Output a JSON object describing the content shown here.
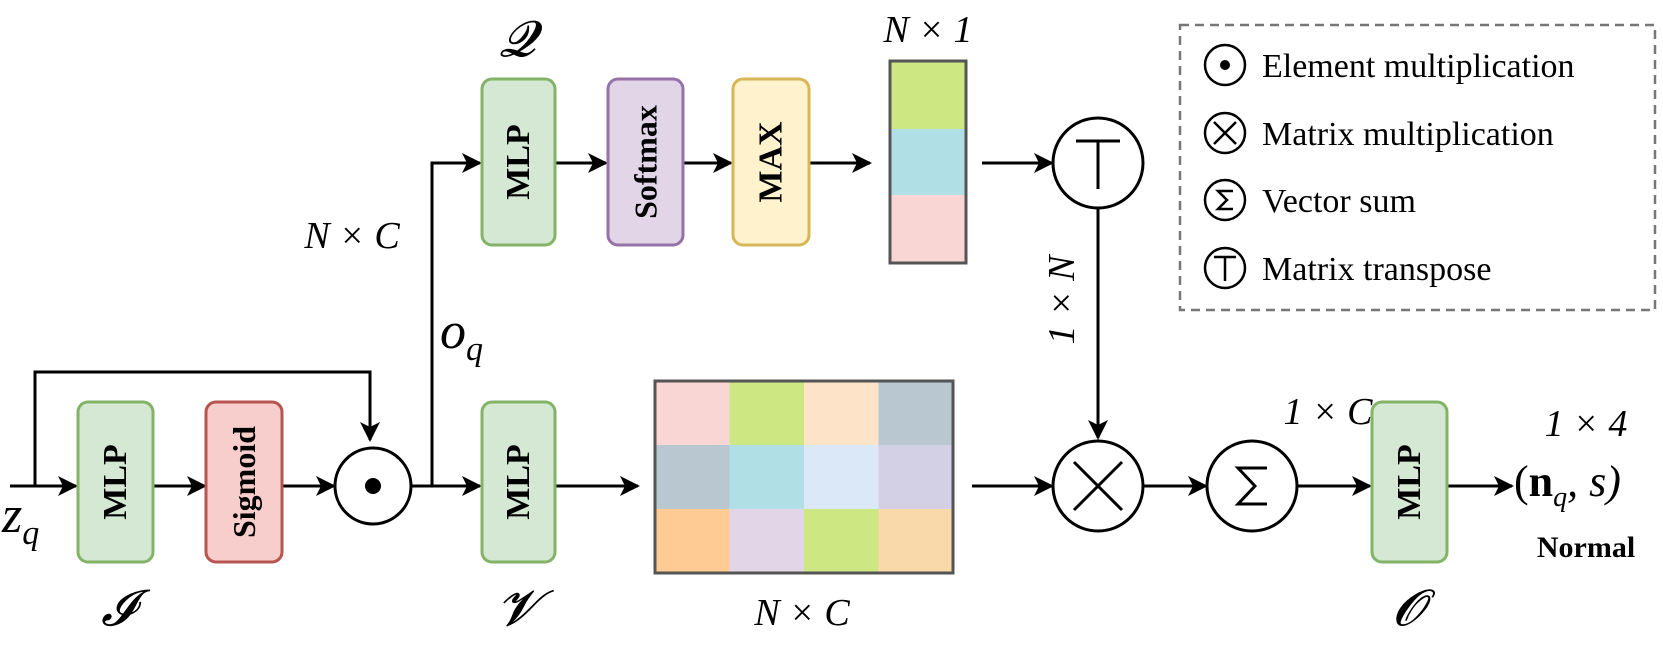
{
  "blocks": {
    "mlp_i": "MLP",
    "sigmoid": "Sigmoid",
    "mlp_v": "MLP",
    "mlp_q": "MLP",
    "softmax": "Softmax",
    "max": "MAX",
    "mlp_o": "MLP"
  },
  "colors": {
    "mlp_fill": "#d5e8d4",
    "mlp_stroke": "#82b366",
    "sigmoid_fill": "#f8cecc",
    "sigmoid_stroke": "#b85450",
    "softmax_fill": "#e1d5e7",
    "softmax_stroke": "#9673a6",
    "max_fill": "#fff2cc",
    "max_stroke": "#d6b656",
    "vector_cells": [
      "#cde883",
      "#b0e0e6",
      "#f9d5d3"
    ],
    "matrix_cells": [
      [
        "#f9d5d3",
        "#cde883",
        "#fde3c8",
        "#b9c7d0"
      ],
      [
        "#b9c7d0",
        "#b0e0e6",
        "#dbe8f7",
        "#d3cfe5"
      ],
      [
        "#fecb95",
        "#e1d5e7",
        "#cde883",
        "#f9d8a9"
      ]
    ]
  },
  "labels": {
    "I": "𝓘",
    "V": "𝓥",
    "Q": "𝓠",
    "O": "𝓞",
    "zq": "z",
    "zq_sub": "q",
    "oq": "o",
    "oq_sub": "q",
    "nxc_top": "N × C",
    "nx1": "N × 1",
    "nxc_bottom": "N × C",
    "onexn": "1 × N",
    "onexc": "1 × C",
    "onex4": "1 × 4",
    "output_open": "(",
    "output_n": "n",
    "output_sub": "q",
    "output_rest": ", s)",
    "normal": "Normal"
  },
  "operators": {
    "element_mult": "⊙",
    "matrix_mult": "×",
    "vector_sum": "Σ",
    "transpose": "⊤"
  },
  "legend": {
    "items": [
      {
        "symbol": "•",
        "label": "Element multiplication"
      },
      {
        "symbol": "×",
        "label": "Matrix multiplication"
      },
      {
        "symbol": "Σ",
        "label": "Vector sum"
      },
      {
        "symbol": "⊤",
        "label": "Matrix transpose"
      }
    ]
  }
}
